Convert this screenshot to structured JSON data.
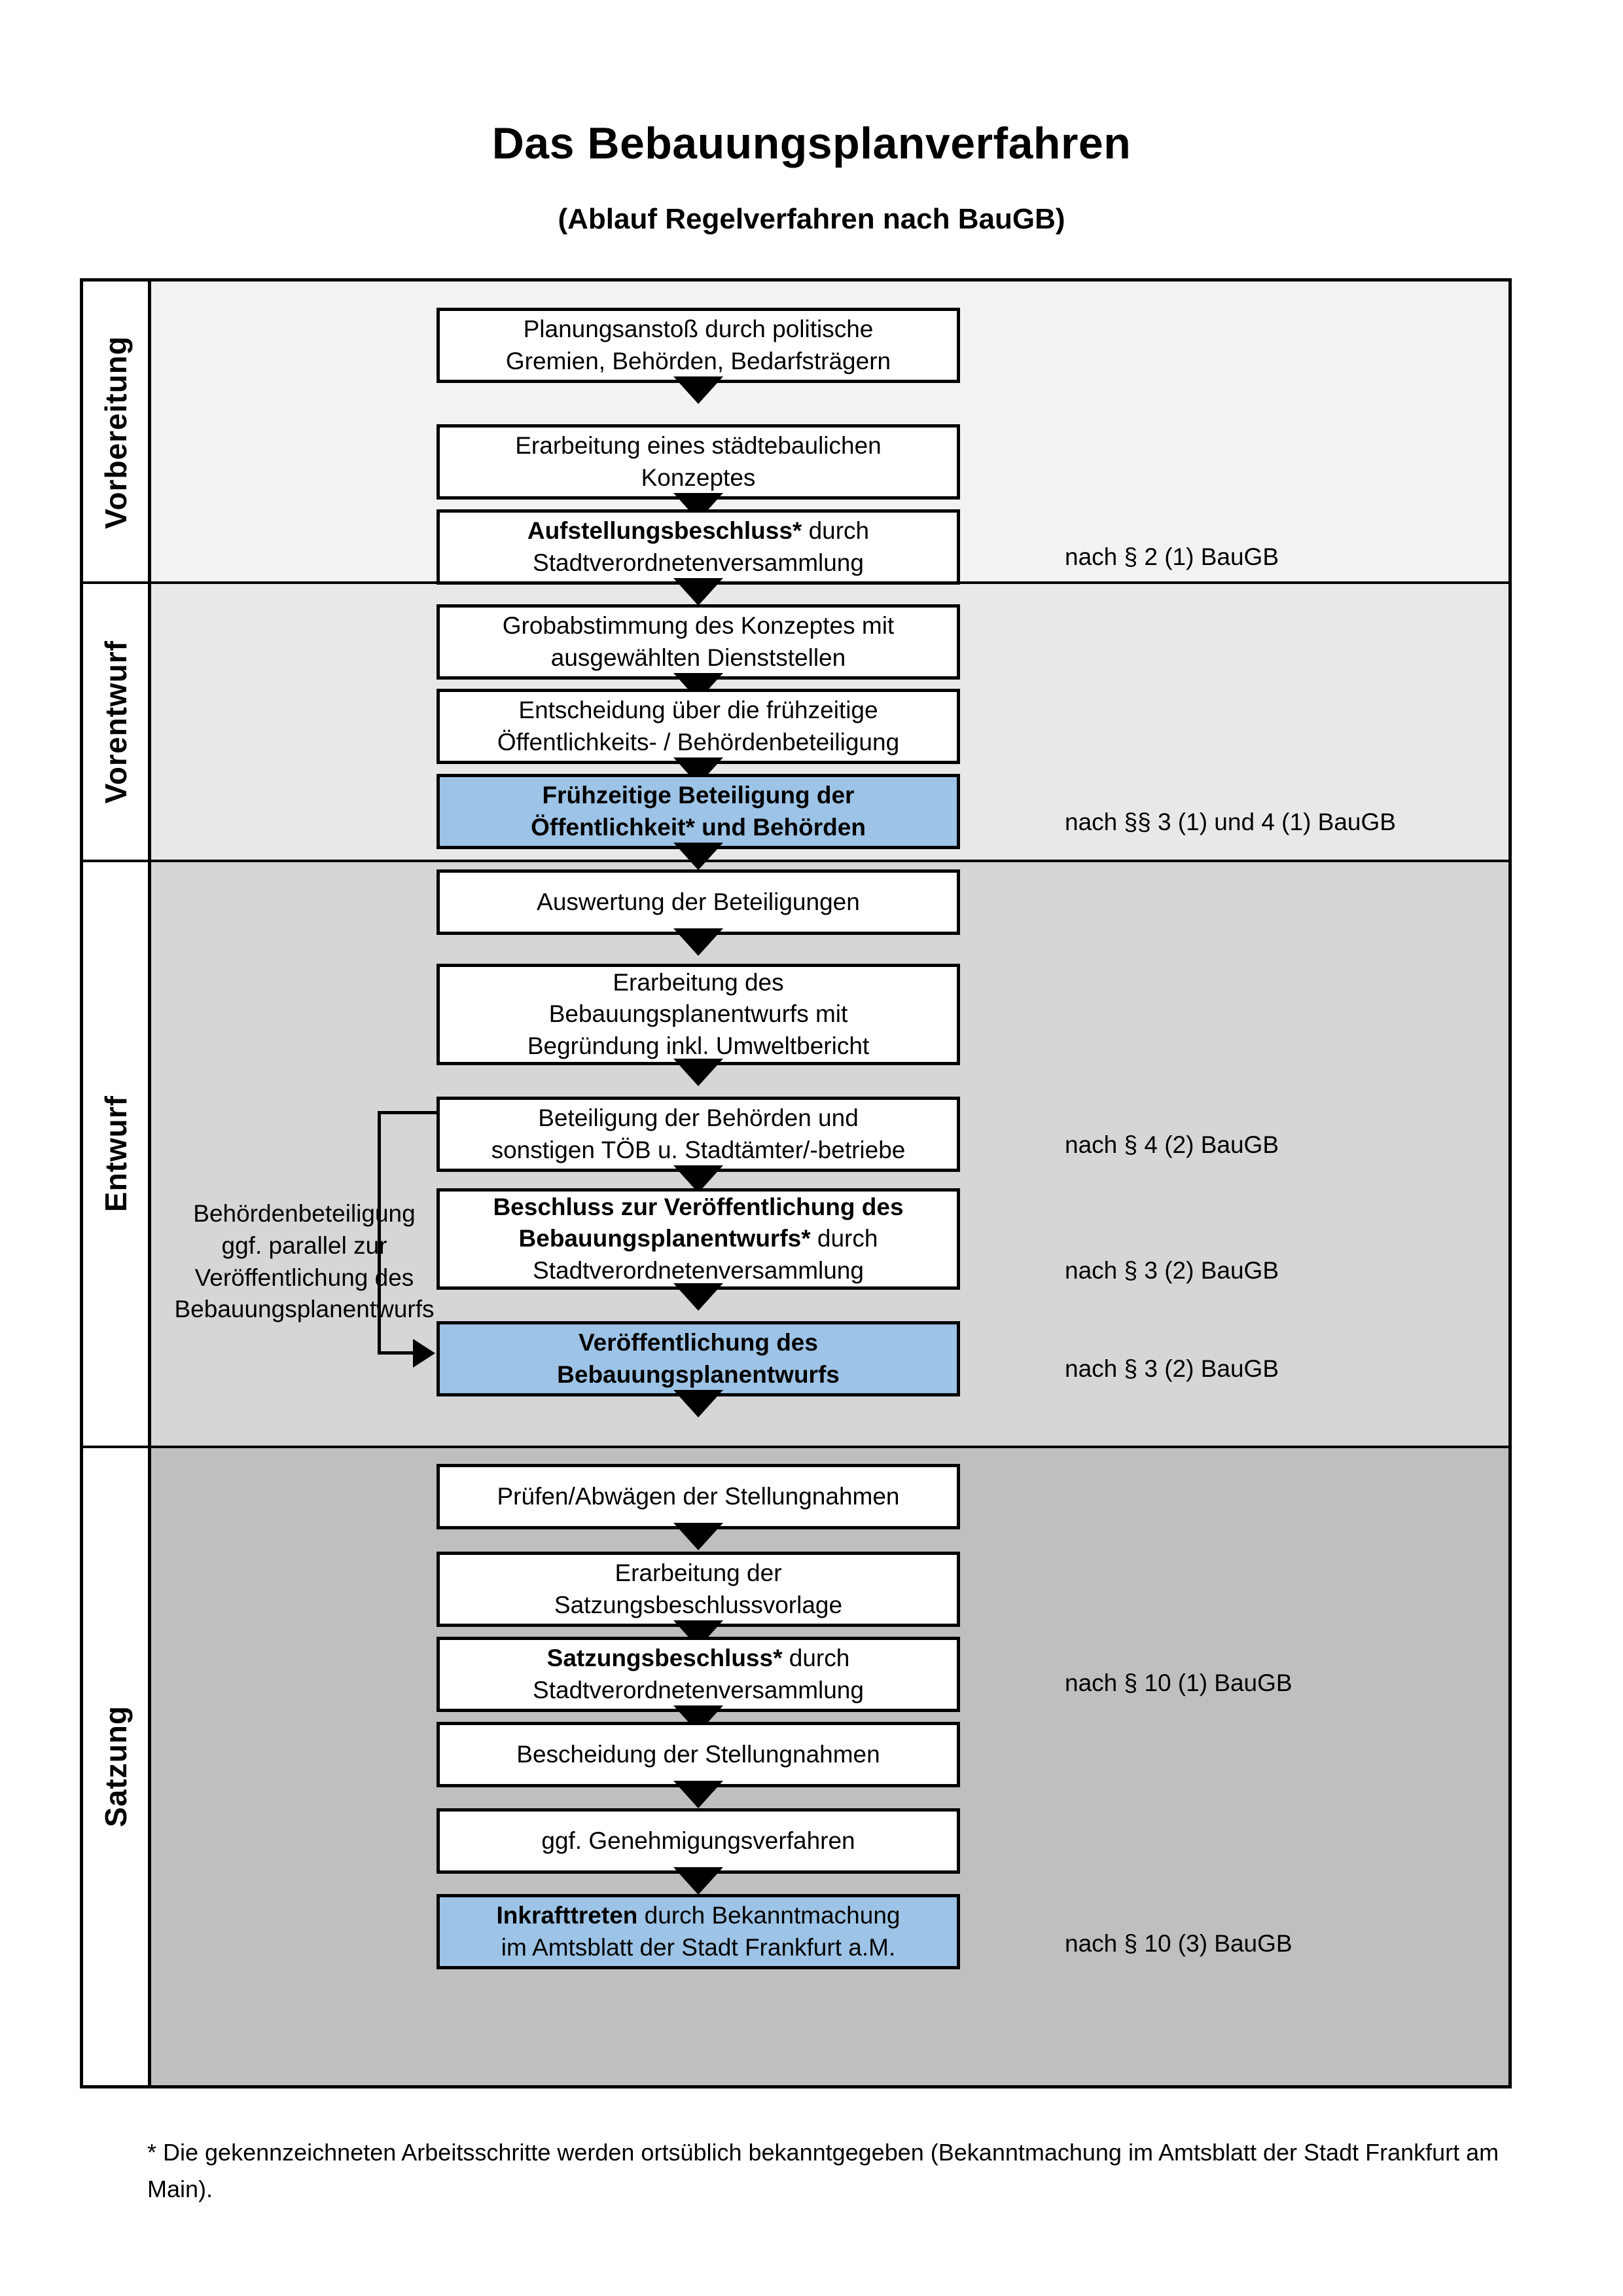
{
  "header": {
    "title": "Das Bebauungsplanverfahren",
    "subtitle": "(Ablauf Regelverfahren nach BauGB)"
  },
  "colors": {
    "highlight_box": "#9DC3E6",
    "band_vorbereitung": "#F2F2F2",
    "band_vorentwurf": "#E8E8E8",
    "band_entwurf": "#D6D6D6",
    "band_satzung": "#BFBFBF",
    "border": "#000000"
  },
  "phases": [
    {
      "id": "vorbereitung",
      "label": "Vorbereitung",
      "background": "#F2F2F2"
    },
    {
      "id": "vorentwurf",
      "label": "Vorentwurf",
      "background": "#E8E8E8"
    },
    {
      "id": "entwurf",
      "label": "Entwurf",
      "background": "#D6D6D6"
    },
    {
      "id": "satzung",
      "label": "Satzung",
      "background": "#BFBFBF"
    }
  ],
  "steps": [
    {
      "id": "s1",
      "phase": "vorbereitung",
      "highlight": false,
      "lines": [
        {
          "text": "Planungsanstoß durch politische",
          "bold": false
        },
        {
          "text": "Gremien, Behörden, Bedarfsträgern",
          "bold": false
        }
      ]
    },
    {
      "id": "s2",
      "phase": "vorbereitung",
      "highlight": false,
      "lines": [
        {
          "text": "Erarbeitung eines städtebaulichen",
          "bold": false
        },
        {
          "text": "Konzeptes",
          "bold": false
        }
      ]
    },
    {
      "id": "s3",
      "phase": "vorbereitung",
      "highlight": false,
      "lines": [
        {
          "text": "Aufstellungsbeschluss*",
          "bold": true,
          "suffix": " durch"
        },
        {
          "text": "Stadtverordnetenversammlung",
          "bold": false
        }
      ]
    },
    {
      "id": "s4",
      "phase": "vorentwurf",
      "highlight": false,
      "lines": [
        {
          "text": "Grobabstimmung des Konzeptes mit",
          "bold": false
        },
        {
          "text": "ausgewählten Dienststellen",
          "bold": false
        }
      ]
    },
    {
      "id": "s5",
      "phase": "vorentwurf",
      "highlight": false,
      "lines": [
        {
          "text": "Entscheidung über die frühzeitige",
          "bold": false
        },
        {
          "text": "Öffentlichkeits- / Behördenbeteiligung",
          "bold": false
        }
      ]
    },
    {
      "id": "s6",
      "phase": "vorentwurf",
      "highlight": true,
      "lines": [
        {
          "text": "Frühzeitige Beteiligung der",
          "bold": true
        },
        {
          "text": "Öffentlichkeit* und Behörden",
          "bold": true
        }
      ]
    },
    {
      "id": "s7",
      "phase": "entwurf",
      "highlight": false,
      "lines": [
        {
          "text": "Auswertung der Beteiligungen",
          "bold": false
        }
      ]
    },
    {
      "id": "s8",
      "phase": "entwurf",
      "highlight": false,
      "lines": [
        {
          "text": "Erarbeitung des",
          "bold": false
        },
        {
          "text": "Bebauungsplanentwurfs mit",
          "bold": false
        },
        {
          "text": "Begründung inkl. Umweltbericht",
          "bold": false
        }
      ]
    },
    {
      "id": "s9",
      "phase": "entwurf",
      "highlight": false,
      "lines": [
        {
          "text": "Beteiligung der Behörden und",
          "bold": false
        },
        {
          "text": "sonstigen TÖB u. Stadtämter/-betriebe",
          "bold": false
        }
      ]
    },
    {
      "id": "s10",
      "phase": "entwurf",
      "highlight": false,
      "lines": [
        {
          "text": "Beschluss zur Veröffentlichung des",
          "bold": true
        },
        {
          "text": "Bebauungsplanentwurfs*",
          "bold": true,
          "suffix": " durch"
        },
        {
          "text": "Stadtverordnetenversammlung",
          "bold": false
        }
      ]
    },
    {
      "id": "s11",
      "phase": "entwurf",
      "highlight": true,
      "lines": [
        {
          "text": "Veröffentlichung des",
          "bold": true
        },
        {
          "text": "Bebauungsplanentwurfs",
          "bold": true
        }
      ]
    },
    {
      "id": "s12",
      "phase": "satzung",
      "highlight": false,
      "lines": [
        {
          "text": "Prüfen/Abwägen der Stellungnahmen",
          "bold": false
        }
      ]
    },
    {
      "id": "s13",
      "phase": "satzung",
      "highlight": false,
      "lines": [
        {
          "text": "Erarbeitung der",
          "bold": false
        },
        {
          "text": "Satzungsbeschlussvorlage",
          "bold": false
        }
      ]
    },
    {
      "id": "s14",
      "phase": "satzung",
      "highlight": false,
      "lines": [
        {
          "text": "Satzungsbeschluss*",
          "bold": true,
          "suffix": " durch"
        },
        {
          "text": "Stadtverordnetenversammlung",
          "bold": false
        }
      ]
    },
    {
      "id": "s15",
      "phase": "satzung",
      "highlight": false,
      "lines": [
        {
          "text": "Bescheidung der Stellungnahmen",
          "bold": false
        }
      ]
    },
    {
      "id": "s16",
      "phase": "satzung",
      "highlight": false,
      "lines": [
        {
          "text": "ggf. Genehmigungsverfahren",
          "bold": false
        }
      ]
    },
    {
      "id": "s17",
      "phase": "satzung",
      "highlight": true,
      "lines": [
        {
          "text": "Inkrafttreten",
          "bold": true,
          "suffix": " durch Bekanntmachung"
        },
        {
          "text": "im Amtsblatt der Stadt Frankfurt a.M.",
          "bold": false
        }
      ]
    }
  ],
  "legal_refs": [
    {
      "id": "r1",
      "text": "nach § 2 (1) BauGB",
      "for_step": "s3"
    },
    {
      "id": "r2",
      "text": "nach §§ 3 (1) und 4 (1) BauGB",
      "for_step": "s6"
    },
    {
      "id": "r3",
      "text": "nach § 4 (2) BauGB",
      "for_step": "s9"
    },
    {
      "id": "r4",
      "text": "nach § 3 (2) BauGB",
      "for_step": "s10"
    },
    {
      "id": "r5",
      "text": "nach § 3 (2) BauGB",
      "for_step": "s11"
    },
    {
      "id": "r6",
      "text": "nach § 10 (1) BauGB",
      "for_step": "s14"
    },
    {
      "id": "r7",
      "text": "nach § 10 (3) BauGB",
      "for_step": "s17"
    }
  ],
  "side_note": {
    "lines": [
      "Behördenbeteiligung",
      "ggf. parallel zur",
      "Veröffentlichung des",
      "Bebauungsplanentwurfs"
    ]
  },
  "footnote": {
    "text": "* Die gekennzeichneten Arbeitsschritte werden ortsüblich bekanntgegeben (Bekanntmachung im Amtsblatt  der Stadt Frankfurt am Main)."
  }
}
